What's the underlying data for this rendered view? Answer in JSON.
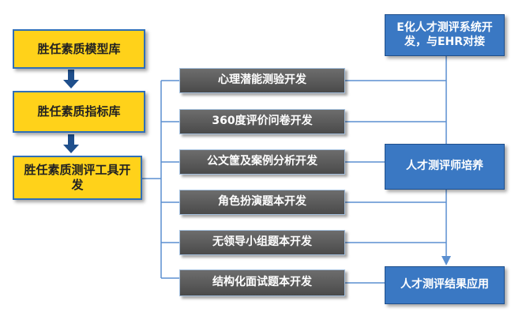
{
  "left_column": {
    "items": [
      {
        "label": "胜任素质模型库"
      },
      {
        "label": "胜任素质指标库"
      },
      {
        "label": "胜任素质测评工具开发"
      }
    ]
  },
  "middle_column": {
    "items": [
      {
        "label": "心理潜能测验开发"
      },
      {
        "label": "360度评价问卷开发"
      },
      {
        "label": "公文筐及案例分析开发"
      },
      {
        "label": "角色扮演题本开发"
      },
      {
        "label": "无领导小组题本开发"
      },
      {
        "label": "结构化面试题本开发"
      }
    ]
  },
  "right_column": {
    "items": [
      {
        "label": "E化人才测评系统开发，与EHR对接"
      },
      {
        "label": "人才测评师培养"
      },
      {
        "label": "人才测评结果应用"
      }
    ]
  },
  "colors": {
    "yellow": "#ffd21a",
    "gray": "#555555",
    "blue": "#3a78c3",
    "connector": "#5b8fd0",
    "arrow": "#1f4f8c"
  }
}
